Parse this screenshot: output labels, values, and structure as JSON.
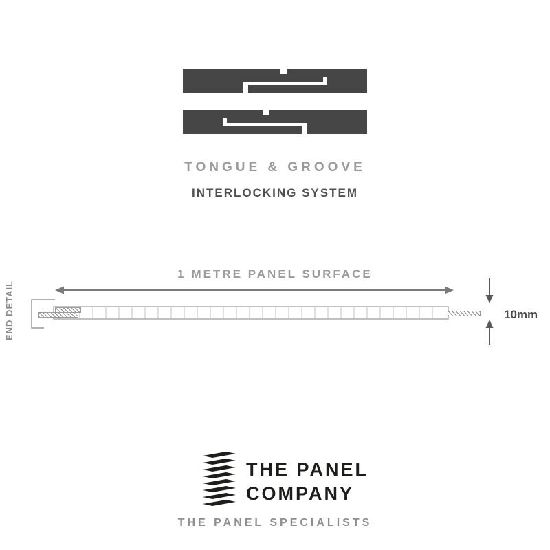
{
  "header": {
    "title": "TONGUE & GROOVE",
    "subtitle": "INTERLOCKING SYSTEM"
  },
  "diagram": {
    "surface_label": "1 METRE PANEL SURFACE",
    "end_detail_label": "END DETAIL",
    "thickness_label": "10mm"
  },
  "logo": {
    "name_line1": "THE PANEL",
    "name_line2": "COMPANY",
    "tagline": "THE PANEL SPECIALISTS"
  },
  "icons": {
    "interlock_diagram": "tongue-groove-interlock-diagram",
    "cross_section": "panel-cross-section-diagram",
    "logo_icon": "stacked-panels-logo-icon"
  },
  "colors": {
    "panel_dark": "#464646",
    "text_gray": "#9b9b9b",
    "text_dark_gray": "#4f4f4f",
    "logo_black": "#1d1d1b",
    "outline_gray": "#adadad",
    "arrow_gray": "#7a7a7a",
    "dimension_dark": "#5a5a5a"
  }
}
